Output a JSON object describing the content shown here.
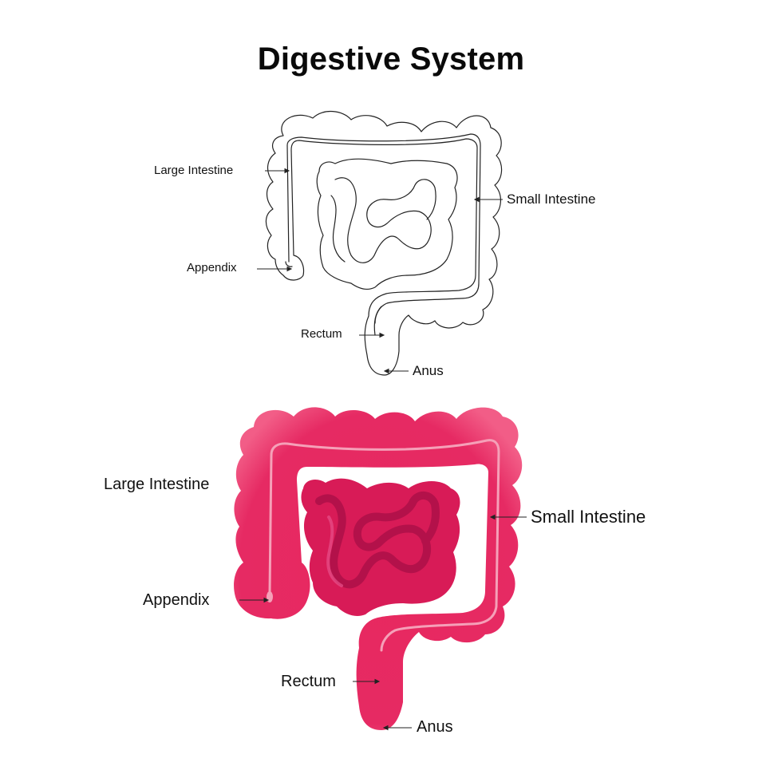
{
  "title": "Digestive System",
  "outline_diagram": {
    "labels": {
      "large_intestine": "Large Intestine",
      "small_intestine": "Small Intestine",
      "appendix": "Appendix",
      "rectum": "Rectum",
      "anus": "Anus"
    }
  },
  "colored_diagram": {
    "labels": {
      "large_intestine": "Large Intestine",
      "small_intestine": "Small Intestine",
      "appendix": "Appendix",
      "rectum": "Rectum",
      "anus": "Anus"
    }
  },
  "colors": {
    "organ_fill": "#e8285f",
    "organ_inner": "#f06a8f",
    "small_intestine_fill": "#c91850",
    "outline_stroke": "#222222",
    "text": "#111111"
  }
}
